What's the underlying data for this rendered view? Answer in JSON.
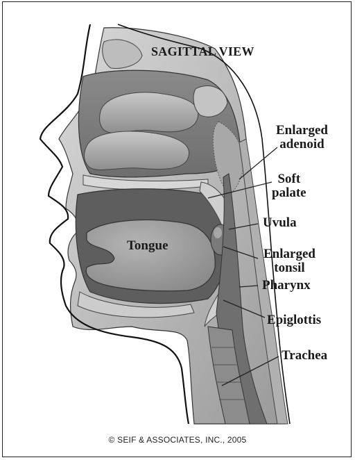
{
  "title": "SAGITTAL VIEW",
  "labels": {
    "enlarged_adenoid": [
      "Enlarged",
      "adenoid"
    ],
    "soft_palate": [
      "Soft",
      "palate"
    ],
    "uvula": "Uvula",
    "tongue": "Tongue",
    "enlarged_tonsil": [
      "Enlarged",
      "tonsil"
    ],
    "pharynx": "Pharynx",
    "epiglottis": "Epiglottis",
    "trachea": "Trachea"
  },
  "copyright": "© SEIF & ASSOCIATES, INC., 2005"
}
